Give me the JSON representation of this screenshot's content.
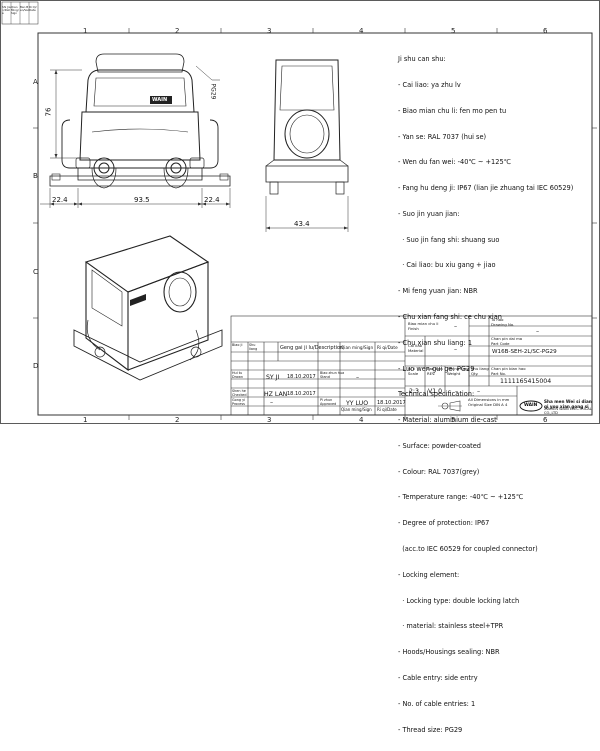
{
  "grid_top": [
    "1",
    "2",
    "3",
    "4",
    "5",
    "6"
  ],
  "grid_bottom": [
    "1",
    "2",
    "3",
    "4",
    "5",
    "6"
  ],
  "row_letters": [
    "A",
    "B",
    "C",
    "D"
  ],
  "left_tab": [
    "Shi Jian/Date",
    "Qian Ming/Sign",
    "Ban Ben/Ver",
    "Ri Qi/Date"
  ],
  "dims": {
    "height": "76",
    "pg": "PG29",
    "left": "22.4",
    "middle": "93.5",
    "right": "22.4",
    "side": "43.4"
  },
  "specs": [
    "Ji shu can shu:",
    "- Cai liao: ya zhu lv",
    "- Biao mian chu li: fen mo pen tu",
    "- Yan se: RAL 7037 (hui se)",
    "- Wen du fan wei: -40℃ ~ +125℃",
    "- Fang hu deng ji: IP67 (lian jie zhuang tai IEC 60529)",
    "- Suo jin yuan jian:",
    "  · Suo jin fang shi: shuang suo",
    "  · Cai liao: bu xiu gang + jiao",
    "- Mi feng yuan jian: NBR",
    "- Chu xian fang shi: ce chu xian",
    "- Chu xian shu liang: 1",
    "- Luo wen gui ge: PG29",
    "Technical specification:",
    "- Material: aluminium die-cast",
    "- Surface: powder-coated",
    "- Colour: RAL 7037(grey)",
    "- Temperature range: -40℃ ~ +125℃",
    "- Degree of protection: IP67",
    "  (acc.to IEC 60529 for coupled connector)",
    "- Locking element:",
    "  · Locking type: double locking latch",
    "  · material: stainless steel+TPR",
    "- Hoods/Housings sealing: NBR",
    "- Cable entry: side entry",
    "- No. of cable entries: 1",
    "- Thread size: PG29"
  ],
  "titleblock": {
    "rev_hdr": [
      "Biao ji",
      "Shu liang",
      "Geng gai ji lu/Description",
      "Qian ming/Sign",
      "Ri qi/Date"
    ],
    "drawn_label": "Hui tu\nDrawn",
    "drawn_name": "SY JI",
    "drawn_date": "18.10.2017",
    "checked_label": "Shen he\nChecked",
    "checked_name": "HZ LAN",
    "checked_date": "18.10.2017",
    "process_label": "Gong yi\nProcess",
    "process_name": "–",
    "stand_label": "Biao zhun hua\nStand",
    "stand_val": "–",
    "approved_label": "Pi zhun\nApproved",
    "approved_name": "YY LUO",
    "approved_date": "18.10.2017",
    "sign_label": "Qian ming/Sign",
    "date_label": "Ri qi/Date",
    "finish_label": "Biao mian chu li\nFinish",
    "finish_val": "–",
    "material_label": "Cai liao\nMaterial",
    "material_val": "–",
    "scale_label": "Bi li\nScale",
    "scale_val": "2:3",
    "rev_label": "Ban ben\nREV.",
    "rev_val": "V1.0",
    "weight_label": "Zhong liang\nWeight",
    "weight_val": "–",
    "qty_label": "Shu liang\nQty.",
    "qty_val": "–",
    "drawing_no_label": "Tu hao\nDrawing No.",
    "drawing_no_val": "–",
    "part_code_label": "Chan pin dai ma\nPart Code",
    "part_code_val": "W16B-SEH-2L/SC-PG29",
    "part_no_label": "Chan pin bian hao\nPart No.",
    "part_no_val": "1111165415004",
    "dim_note": "All Dimensions in mm\nOriginal Size DIN A 4",
    "company_cn": "Sha men Wei si dian qi you xian gong si",
    "company_en": "XIAMEN WAIN ELECTRICAL CO.,LTD",
    "logo": "WAIN"
  }
}
